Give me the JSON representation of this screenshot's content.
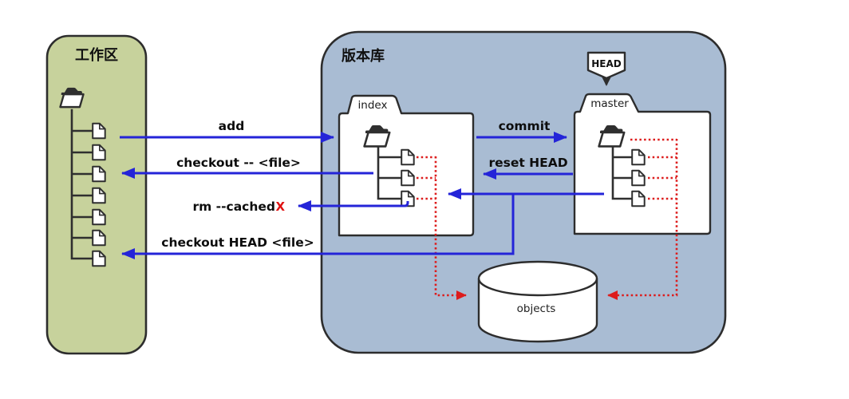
{
  "diagram": {
    "workspace": {
      "title": "工作区"
    },
    "repository": {
      "title": "版本库"
    },
    "index_folder": {
      "label": "index"
    },
    "master_folder": {
      "label": "master"
    },
    "head_badge": {
      "label": "HEAD"
    },
    "objects_store": {
      "label": "objects"
    },
    "commands": {
      "add": "add",
      "checkout_file": "checkout -- <file>",
      "rm_cached": "rm --cached",
      "rm_cached_x": "X",
      "checkout_head_file": "checkout HEAD <file>",
      "commit": "commit",
      "reset_head": "reset HEAD"
    },
    "colors": {
      "workspace_fill": "#c7d29c",
      "repository_fill": "#a9bcd3",
      "arrow_blue": "#2424d8",
      "dotted_red": "#dd1c1c",
      "outline_dark": "#2d2d2d",
      "shape_fill": "#ffffff"
    }
  }
}
